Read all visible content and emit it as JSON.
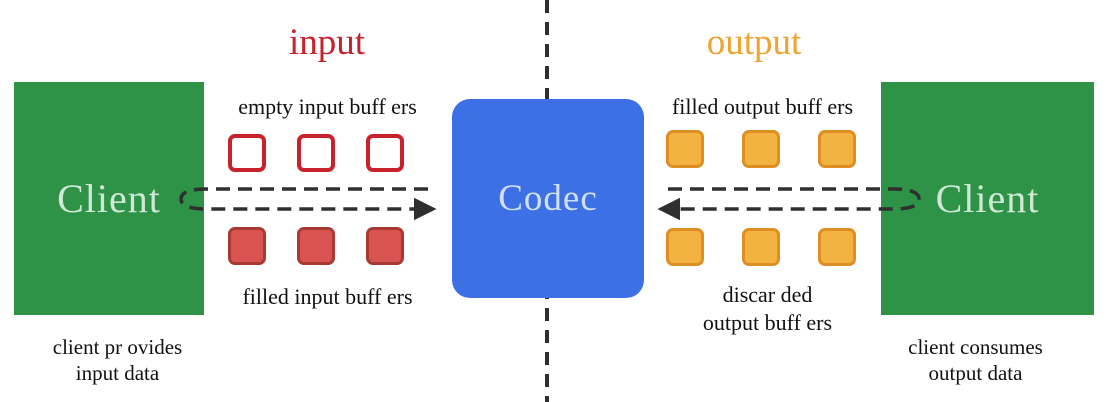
{
  "colors": {
    "green": "#2e9247",
    "blue": "#3c70e4",
    "red": "#c8232c",
    "orange": "#f0a330",
    "red_fill": "#d95450",
    "red_fill_border": "#a93a33",
    "orange_fill": "#f2b340",
    "orange_fill_border": "#dd8f23",
    "client_text": "#cfe7d4",
    "codec_text": "#cfe0f8",
    "dash": "#2f2f2f",
    "text": "#111111"
  },
  "sections": {
    "input_label": "input",
    "output_label": "output"
  },
  "nodes": {
    "client_left": "Client",
    "codec": "Codec",
    "client_right": "Client"
  },
  "buffer_groups": {
    "empty_input": {
      "label": "empty input buff ers",
      "count": 3
    },
    "filled_input": {
      "label": "filled input buff ers",
      "count": 3
    },
    "filled_output": {
      "label": "filled output buff ers",
      "count": 3
    },
    "discarded_output": {
      "label_line1": "discar ded",
      "label_line2": "output buff ers",
      "count": 3
    }
  },
  "captions": {
    "client_left_line1": "client pr ovides",
    "client_left_line2": "input data",
    "client_right_line1": "client consumes",
    "client_right_line2": "output data"
  }
}
